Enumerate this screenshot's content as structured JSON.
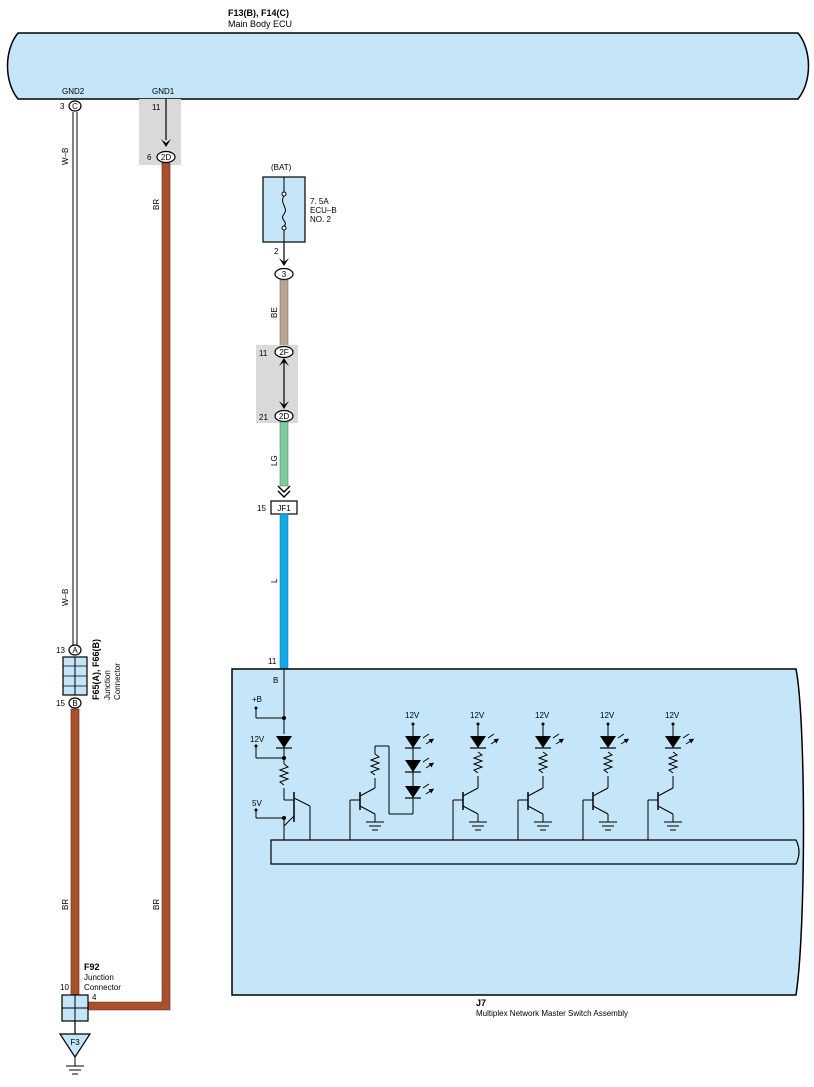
{
  "colors": {
    "ecu_fill": "#c5e6f8",
    "br_wire": "#a9502e",
    "be_wire": "#b8a592",
    "lg_wire": "#7ec9a0",
    "l_wire": "#14a9e6",
    "shade": "#d9d9d9"
  },
  "ecu": {
    "id": "F13(B), F14(C)",
    "name": "Main Body ECU",
    "gnd2_label": "GND2",
    "gnd1_label": "GND1",
    "gnd2_pin": "3",
    "gnd2_conn": "C",
    "gnd1_pin": "11"
  },
  "left_wire": {
    "color_top": "W–B",
    "color_mid": "W–B",
    "color_bottom": "BR"
  },
  "mid_wire": {
    "conn_pin": "6",
    "conn": "2D",
    "color_top": "BR",
    "color_bottom": "BR"
  },
  "junction_f65": {
    "id": "F65(A), F66(B)",
    "name1": "Junction",
    "name2": "Connector",
    "pin_top": "13",
    "conn_top": "A",
    "pin_bottom": "15",
    "conn_bottom": "B"
  },
  "junction_f92": {
    "id": "F92",
    "name1": "Junction",
    "name2": "Connector",
    "pin_left": "10",
    "pin_right": "4"
  },
  "ground": {
    "id": "F3"
  },
  "fuse": {
    "source": "(BAT)",
    "rating": "7. 5A",
    "name1": "ECU–B",
    "name2": "NO. 2",
    "pin": "2",
    "conn": "3"
  },
  "wire_be": {
    "color": "BE"
  },
  "conn_2f": {
    "pin": "11",
    "conn": "2F"
  },
  "conn_2d": {
    "pin": "21",
    "conn": "2D"
  },
  "wire_lg": {
    "color": "LG"
  },
  "conn_jf1": {
    "pin": "15",
    "conn": "JF1"
  },
  "wire_l": {
    "color": "L"
  },
  "switch_assy": {
    "id": "J7",
    "name": "Multiplex Network Master Switch Assembly",
    "pin": "11",
    "pin_name": "B",
    "supply_b": "+B",
    "supply_12v_a": "12V",
    "supply_5v": "5V",
    "led_supplies": [
      "12V",
      "12V",
      "12V",
      "12V",
      "12V"
    ]
  }
}
